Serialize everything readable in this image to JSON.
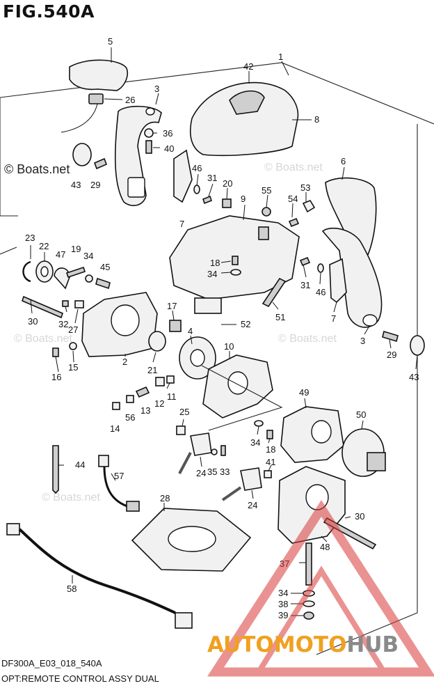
{
  "figure": {
    "title": "FIG.540A",
    "watermark": "© Boats.net",
    "watermark_faint": "© Boats.net",
    "code": "DF300A_E03_018_540A",
    "description": "OPT:REMOTE CONTROL ASSY DUAL"
  },
  "brand": {
    "name_part1": "AUTO",
    "name_part2": "MOTO",
    "name_part3": "HUB",
    "color_red": "#d93a3a",
    "color_orange": "#f0a020",
    "color_gray": "#8a8a8a"
  },
  "callouts": {
    "p1": "1",
    "p2": "2",
    "p3a": "3",
    "p3b": "3",
    "p4": "4",
    "p5": "5",
    "p6": "6",
    "p7a": "7",
    "p7b": "7",
    "p8": "8",
    "p9": "9",
    "p10": "10",
    "p11": "11",
    "p12": "12",
    "p13": "13",
    "p14": "14",
    "p15": "15",
    "p16": "16",
    "p17": "17",
    "p18a": "18",
    "p18b": "18",
    "p19": "19",
    "p20": "20",
    "p21": "21",
    "p22": "22",
    "p23": "23",
    "p24a": "24",
    "p24b": "24",
    "p25": "25",
    "p26": "26",
    "p27": "27",
    "p28": "28",
    "p29a": "29",
    "p29b": "29",
    "p30a": "30",
    "p30b": "30",
    "p31a": "31",
    "p31b": "31",
    "p32": "32",
    "p33": "33",
    "p34a": "34",
    "p34b": "34",
    "p34c": "34",
    "p34d": "34",
    "p35": "35",
    "p36": "36",
    "p37": "37",
    "p38": "38",
    "p39": "39",
    "p40": "40",
    "p41": "41",
    "p42": "42",
    "p43a": "43",
    "p43b": "43",
    "p44": "44",
    "p45": "45",
    "p46a": "46",
    "p46b": "46",
    "p47": "47",
    "p48": "48",
    "p49": "49",
    "p50": "50",
    "p51": "51",
    "p52": "52",
    "p53": "53",
    "p54": "54",
    "p55": "55",
    "p56": "56",
    "p57": "57",
    "p58": "58"
  }
}
